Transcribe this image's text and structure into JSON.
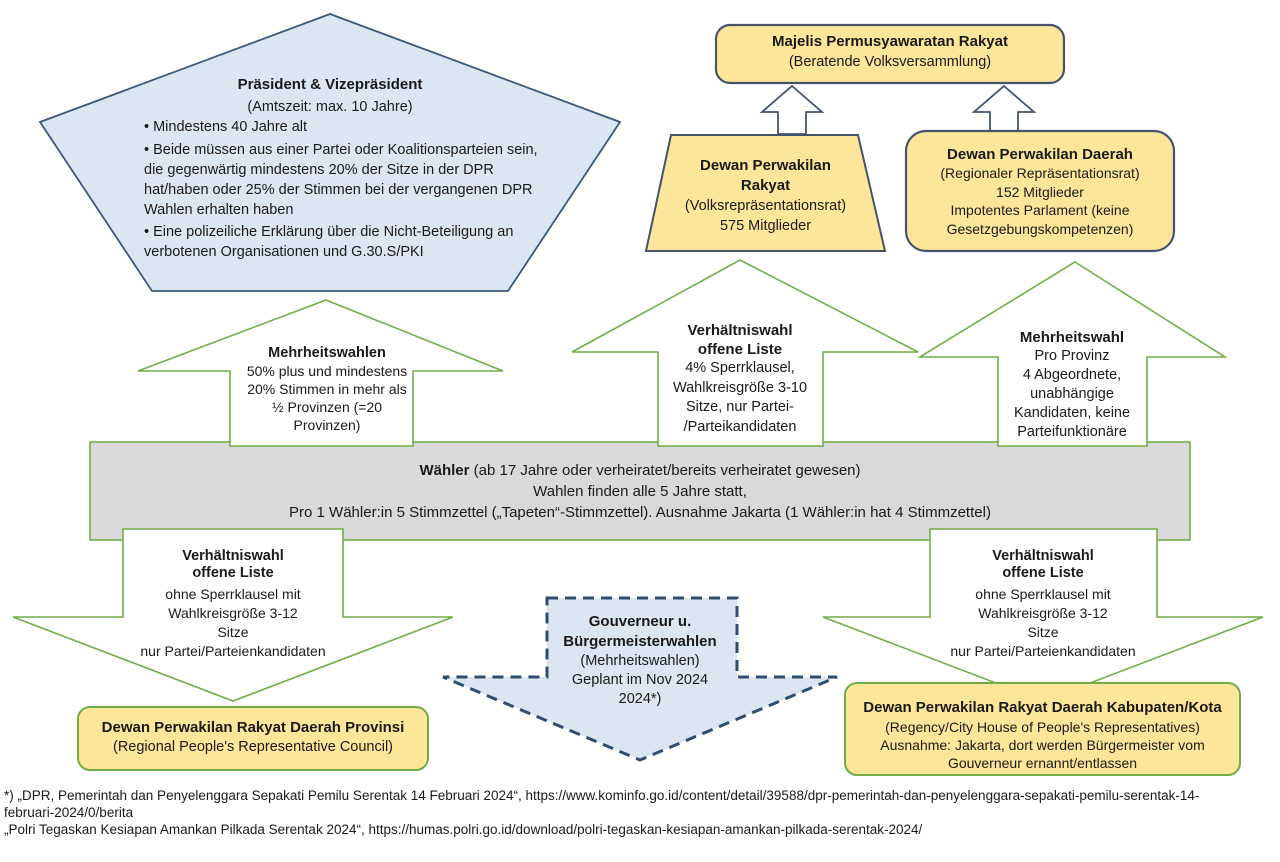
{
  "colors": {
    "accent_green": "#70ad47",
    "box_yellow": "#fde699",
    "shape_blue": "#dbe6f3",
    "border_navy": "#44546a",
    "band_gray": "#d9d9d9"
  },
  "pentagon": {
    "title": "Präsident & Vizepräsident",
    "subtitle": "(Amtszeit: max. 10 Jahre)",
    "bullets": [
      [
        "• Mindestens 40 Jahre alt"
      ],
      [
        "• Beide müssen aus einer Partei oder Koalitionsparteien sein,",
        "die gegenwärtig mindestens 20% der Sitze in der DPR",
        "hat/haben oder 25% der Stimmen bei der vergangenen DPR",
        "Wahlen erhalten haben"
      ],
      [
        "• Eine polizeiliche Erklärung über die Nicht-Beteiligung an",
        "verbotenen Organisationen und G.30.S/PKI"
      ]
    ]
  },
  "mpr": {
    "title": "Majelis Permusyawaratan Rakyat",
    "subtitle": "(Beratende Volksversammlung)"
  },
  "dpr": {
    "title": [
      "Dewan Perwakilan",
      "Rakyat"
    ],
    "body": [
      "(Volksrepräsentationsrat)",
      "575 Mitglieder"
    ]
  },
  "dpd": {
    "title": "Dewan Perwakilan Daerah",
    "body": [
      "(Regionaler Repräsentationsrat)",
      "152 Mitglieder",
      "Impotentes Parlament (keine",
      "Gesetzgebungskompetenzen)"
    ]
  },
  "arrow_up_left": {
    "title": "Mehrheitswahlen",
    "body": [
      "50% plus und mindestens",
      "20% Stimmen in mehr als",
      "½ Provinzen (=20",
      "Provinzen)"
    ]
  },
  "arrow_up_mid": {
    "title": [
      "Verhältniswahl",
      "offene Liste"
    ],
    "body": [
      "4% Sperrklausel,",
      "Wahlkreisgröße 3-10",
      "Sitze, nur Partei-",
      "/Parteikandidaten"
    ]
  },
  "arrow_up_right": {
    "title": "Mehrheitswahl",
    "body": [
      "Pro Provinz",
      "4 Abgeordnete,",
      "unabhängige",
      "Kandidaten, keine",
      "Parteifunktionäre"
    ]
  },
  "voters": {
    "line1_bold": "Wähler",
    "line1_rest": " (ab 17 Jahre oder verheiratet/bereits verheiratet gewesen)",
    "line2": "Wahlen finden alle 5 Jahre statt,",
    "line3": "Pro 1 Wähler:in 5 Stimmzettel („Tapeten“-Stimmzettel). Ausnahme Jakarta (1 Wähler:in hat 4 Stimmzettel)"
  },
  "arrow_down_left": {
    "title": [
      "Verhältniswahl",
      "offene Liste"
    ],
    "body": [
      "ohne Sperrklausel mit",
      "Wahlkreisgröße 3-12",
      "Sitze",
      "nur Partei/Parteienkandidaten"
    ]
  },
  "gov_arrow": {
    "title": [
      "Gouverneur u.",
      "Bürgermeisterwahlen"
    ],
    "body": [
      "(Mehrheitswahlen)",
      "Geplant im Nov 2024",
      "2024*)"
    ]
  },
  "arrow_down_right": {
    "title": [
      "Verhältniswahl",
      "offene Liste"
    ],
    "body": [
      "ohne Sperrklausel mit",
      "Wahlkreisgröße 3-12",
      "Sitze",
      "nur Partei/Parteienkandidaten"
    ]
  },
  "dprd_prov": {
    "title": "Dewan Perwakilan Rakyat Daerah Provinsi",
    "subtitle": "(Regional People's Representative Council)"
  },
  "dprd_kab": {
    "title": "Dewan Perwakilan Rakyat Daerah Kabupaten/Kota",
    "body": [
      "(Regency/City House of People's Representatives)",
      "Ausnahme: Jakarta, dort werden Bürgermeister vom",
      "Gouverneur ernannt/entlassen"
    ]
  },
  "footnotes": {
    "item1": [
      "*) „DPR, Pemerintah dan Penyelenggara Sepakati Pemilu Serentak 14 Februari 2024“, https://www.kominfo.go.id/content/detail/39588/dpr-pemerintah-dan-penyelenggara-sepakati-pemilu-serentak-14-",
      "februari-2024/0/berita"
    ],
    "item2": "„Polri Tegaskan Kesiapan Amankan Pilkada Serentak 2024“, https://humas.polri.go.id/download/polri-tegaskan-kesiapan-amankan-pilkada-serentak-2024/"
  }
}
